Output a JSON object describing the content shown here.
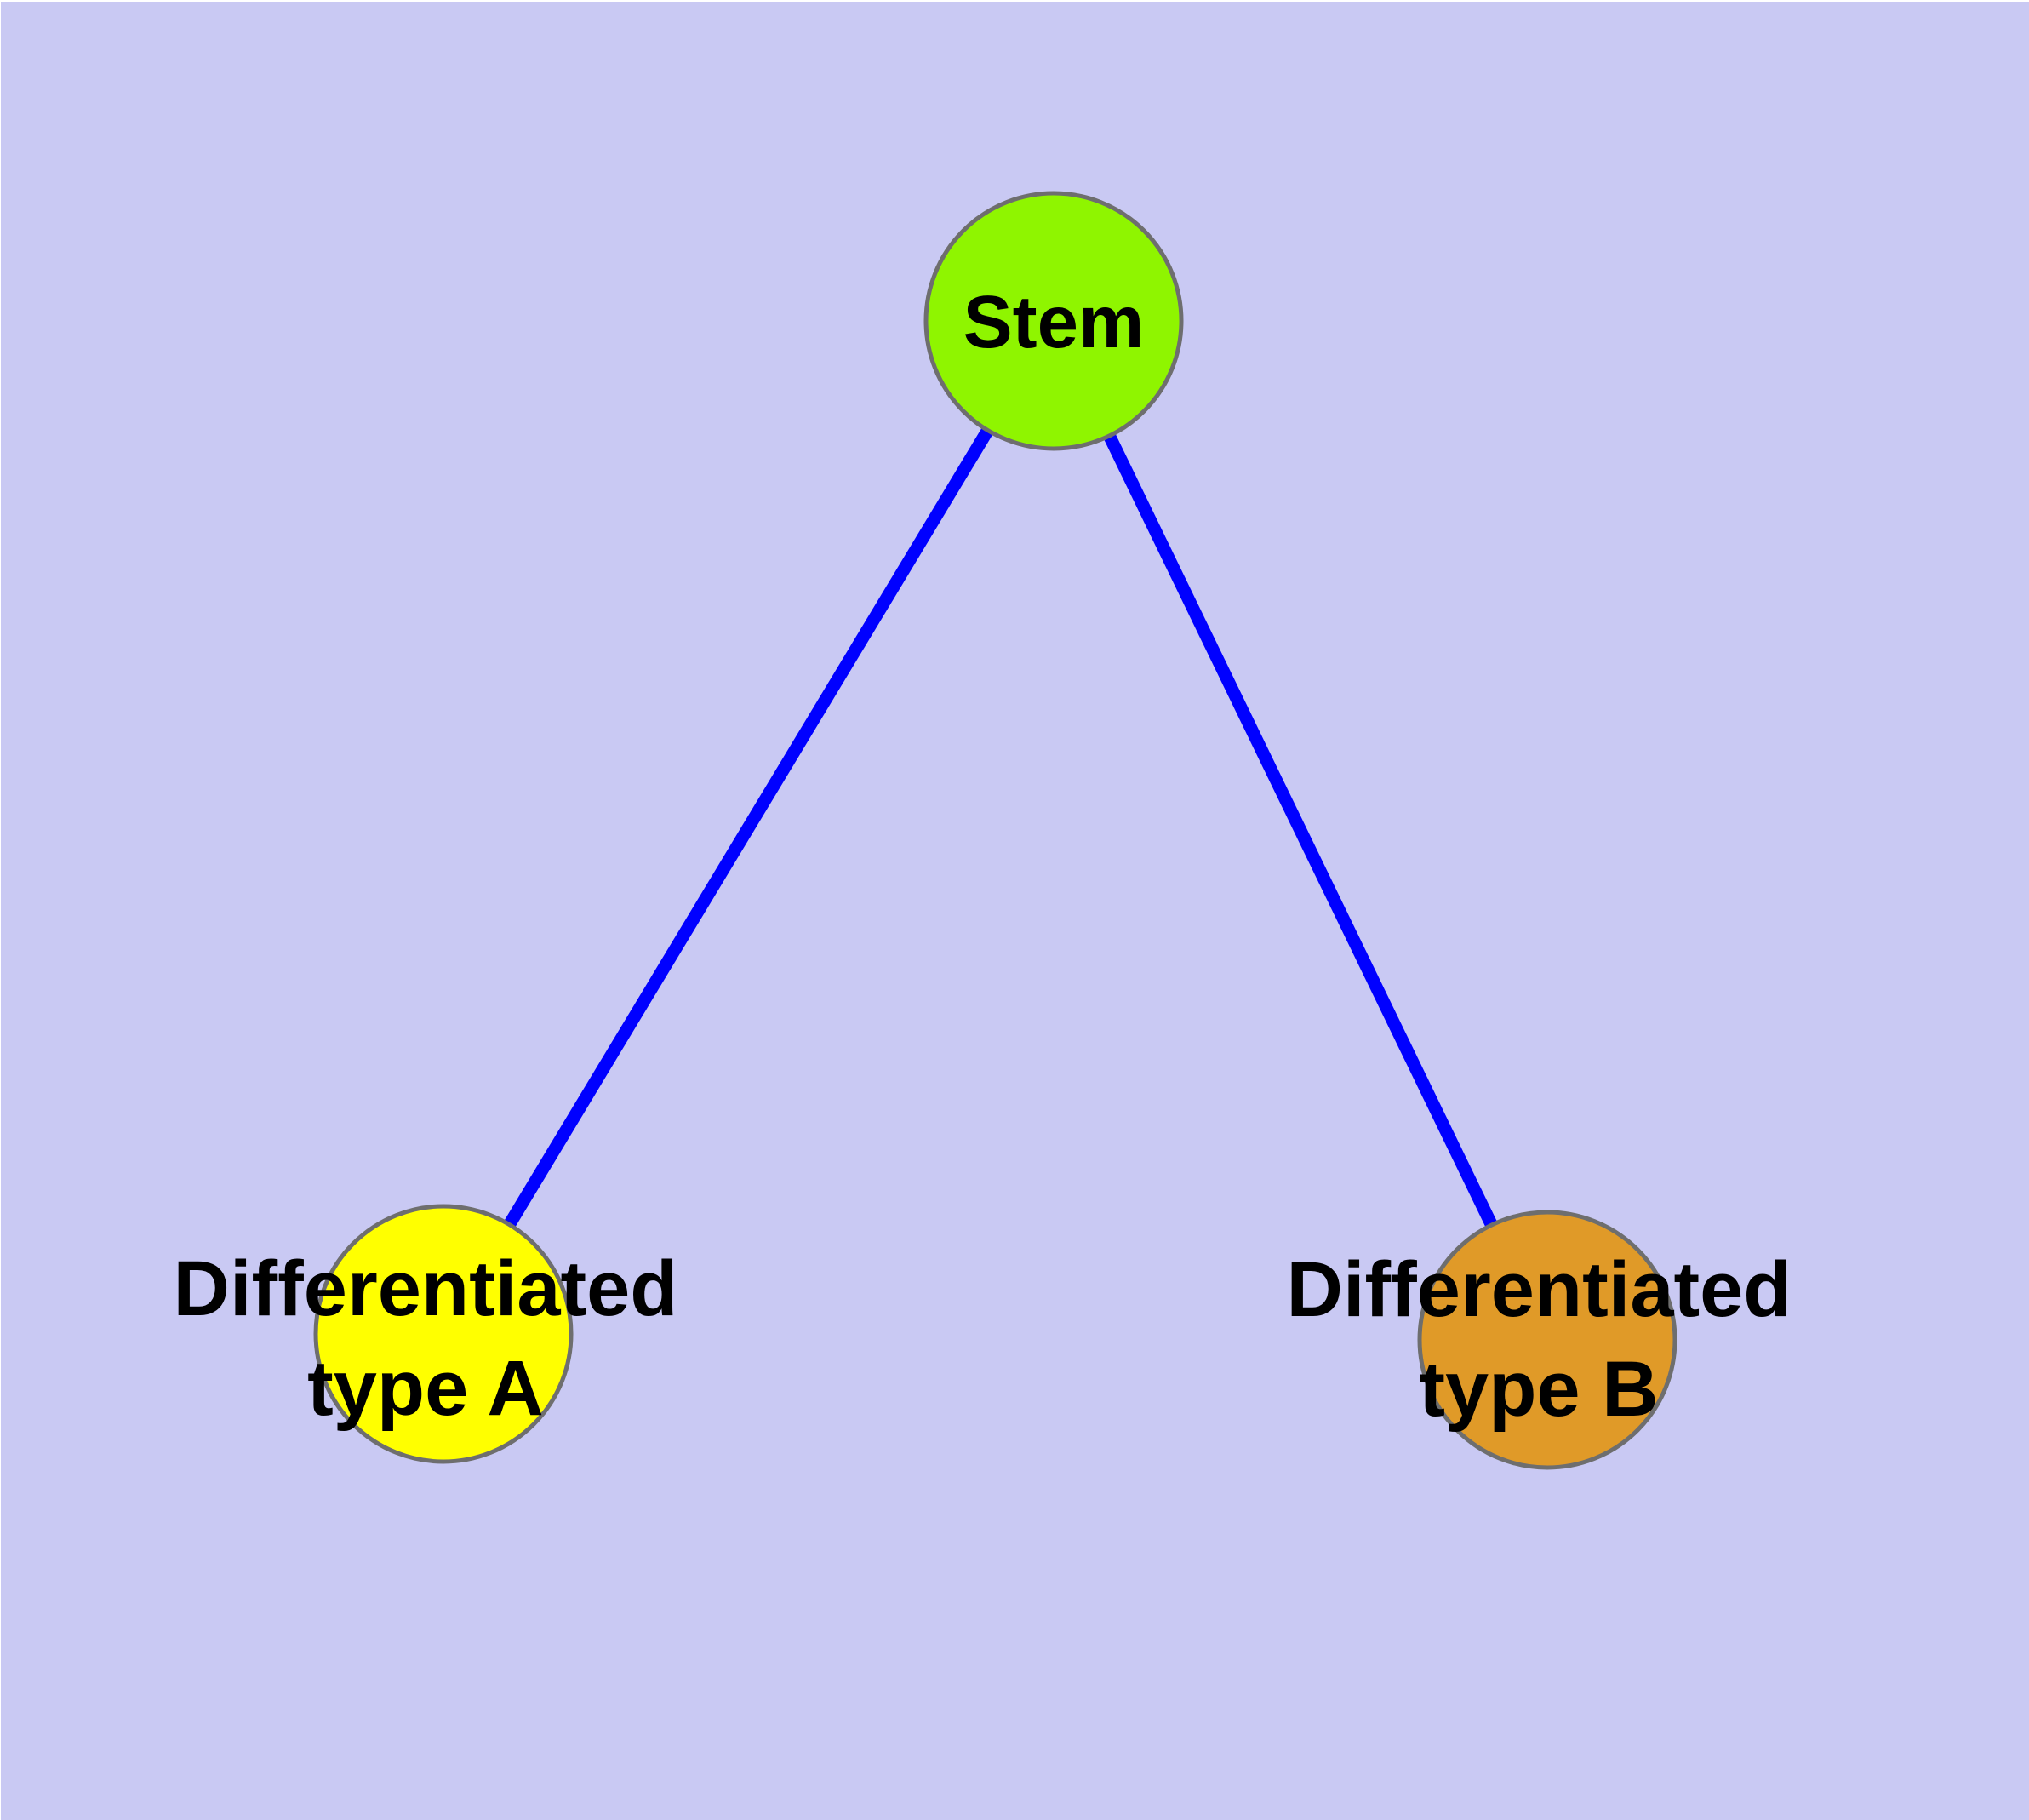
{
  "diagram": {
    "type": "node-link-tree",
    "background_color": "#C9C9F3",
    "node_border_color": "#6E6E6E",
    "text_color": "#000000",
    "nodes": [
      {
        "id": "stem",
        "label": "Stem",
        "fill": "#8FF500"
      },
      {
        "id": "diff-a",
        "label": "Differentiated\ntype A",
        "fill": "#FFFF00"
      },
      {
        "id": "diff-b",
        "label": "Differentiated\ntype B",
        "fill": "#E09A28"
      }
    ],
    "edges": [
      {
        "from": "stem",
        "to": "diff-a",
        "color": "#0000FF"
      },
      {
        "from": "stem",
        "to": "diff-b",
        "color": "#0000FF"
      }
    ]
  }
}
